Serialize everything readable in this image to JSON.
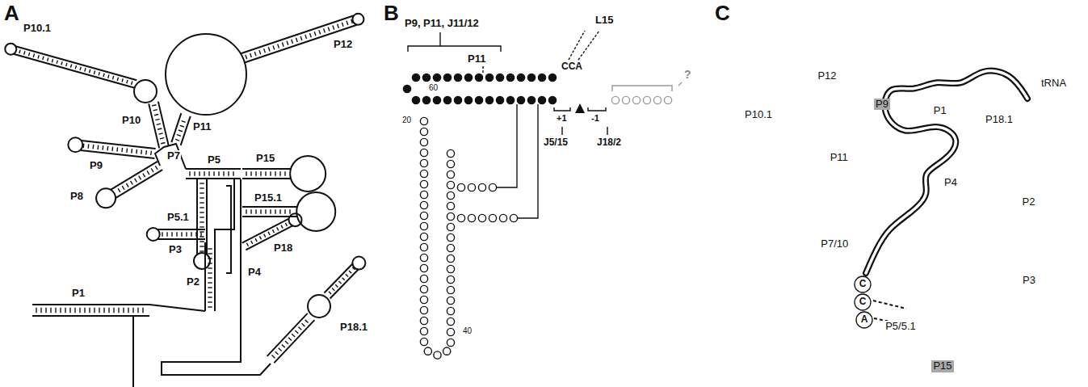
{
  "diagram": {
    "nodes": [
      {
        "text": [
          "P10.1"
        ]
      },
      {
        "text": [
          "P12"
        ]
      },
      {
        "text": [
          "P9"
        ]
      },
      {
        "text": [
          "P1"
        ]
      },
      {
        "text": [
          "P18.1"
        ]
      },
      {
        "text": [
          "P11"
        ]
      },
      {
        "text": [
          "P2"
        ]
      },
      {
        "text": [
          "P4"
        ]
      },
      {
        "text": [
          "P7/10"
        ]
      },
      {
        "text": [
          "P3"
        ]
      },
      {
        "text": [
          "P5/5.1"
        ]
      },
      {
        "text": [
          "P15"
        ]
      }
    ],
    "labels": [
      "A",
      "B",
      "C",
      "P10.1",
      "P10",
      "P11",
      "P12",
      "P9",
      "P8",
      "P7",
      "P5",
      "P15",
      "P5.1",
      "P15.1",
      "P18",
      "P3",
      "P4",
      "P2",
      "P18.1",
      "P1",
      "P9, P11, J11/12",
      "P11",
      "L15",
      "CCA",
      "?",
      "+1",
      "-1",
      "J5/15",
      "J18/2",
      "60",
      "20",
      "40",
      "tRNA",
      "C",
      "C",
      "A"
    ]
  }
}
